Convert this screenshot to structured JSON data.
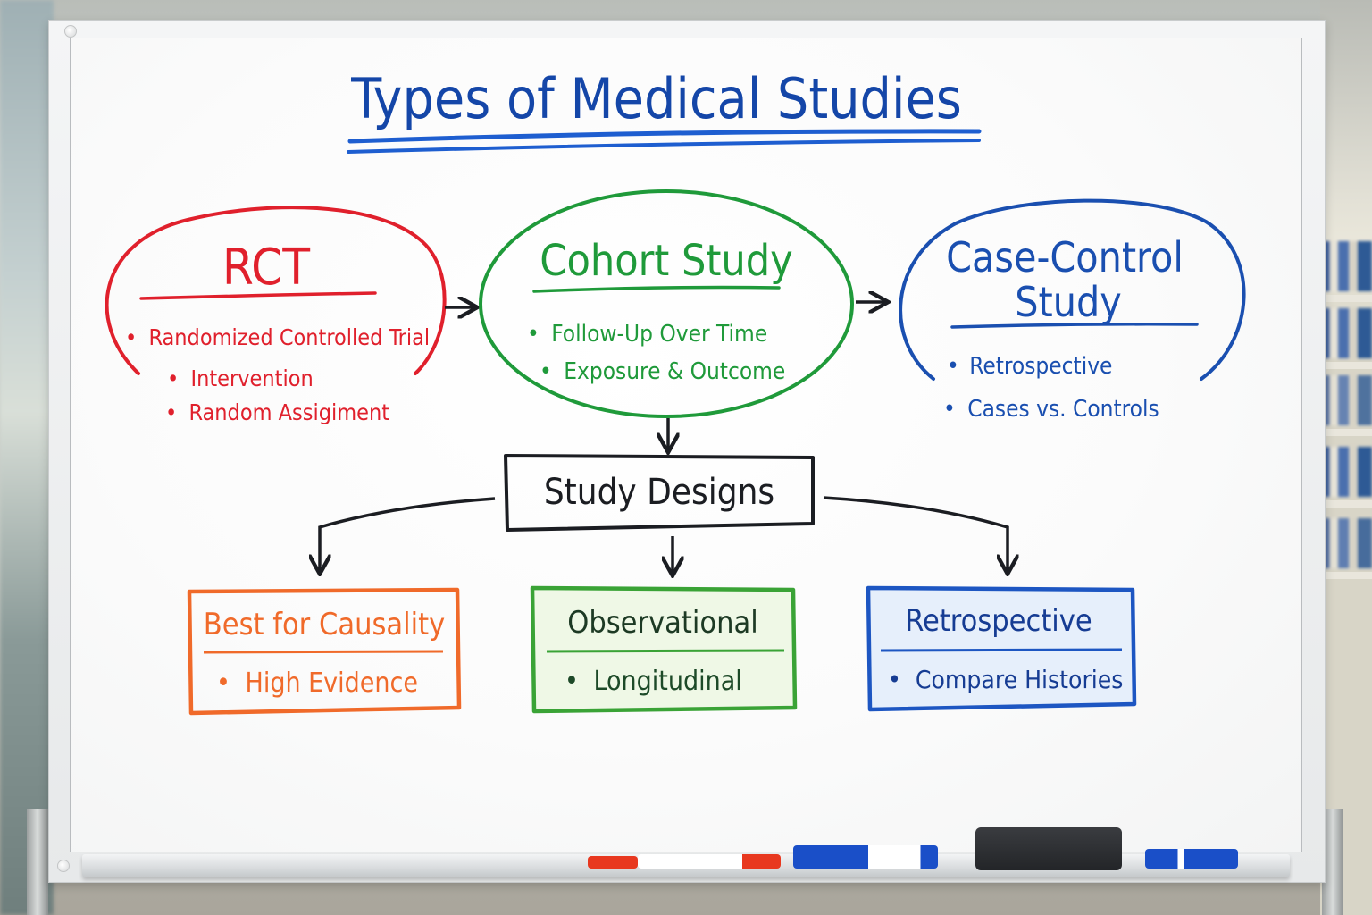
{
  "board": {
    "title": "Types of Medical Studies",
    "title_color": "#1446a8"
  },
  "nodes": {
    "rct": {
      "heading": "RCT",
      "color": "#e0202c",
      "bullets": [
        "Randomized Controlled Trial",
        "Intervention",
        "Random Assigiment"
      ]
    },
    "cohort": {
      "heading": "Cohort Study",
      "color": "#1f9a3a",
      "bullets": [
        "Follow-Up Over Time",
        "Exposure & Outcome"
      ]
    },
    "case_control": {
      "heading_line1": "Case-Control",
      "heading_line2": "Study",
      "color": "#1a4fb0",
      "bullets": [
        "Retrospective",
        "Cases vs. Controls"
      ]
    },
    "study_designs": {
      "label": "Study Designs",
      "color": "#1b1d22"
    },
    "best_for_causality": {
      "heading": "Best for Causality",
      "color": "#f06a2a",
      "bullets": [
        "High Evidence"
      ]
    },
    "observational": {
      "heading": "Observational",
      "color": "#3aa336",
      "text_color": "#1d3a24",
      "bullets": [
        "Longitudinal"
      ]
    },
    "retrospective": {
      "heading": "Retrospective",
      "color": "#1d56c2",
      "text_color": "#163c93",
      "bullets": [
        "Compare Histories"
      ]
    }
  },
  "edges": [
    {
      "from": "rct",
      "to": "cohort"
    },
    {
      "from": "cohort",
      "to": "case_control"
    },
    {
      "from": "cohort",
      "to": "study_designs"
    },
    {
      "from": "study_designs",
      "to": "best_for_causality"
    },
    {
      "from": "study_designs",
      "to": "observational"
    },
    {
      "from": "study_designs",
      "to": "retrospective"
    }
  ],
  "tray_items": [
    {
      "type": "marker-cap",
      "color": "#e8381f"
    },
    {
      "type": "marker",
      "color": "#e8381f"
    },
    {
      "type": "marker",
      "color": "#1a4fc8"
    },
    {
      "type": "eraser",
      "color": "#2b2d30"
    },
    {
      "type": "marker",
      "color": "#1a4fc8"
    }
  ],
  "bullet_char": "•"
}
